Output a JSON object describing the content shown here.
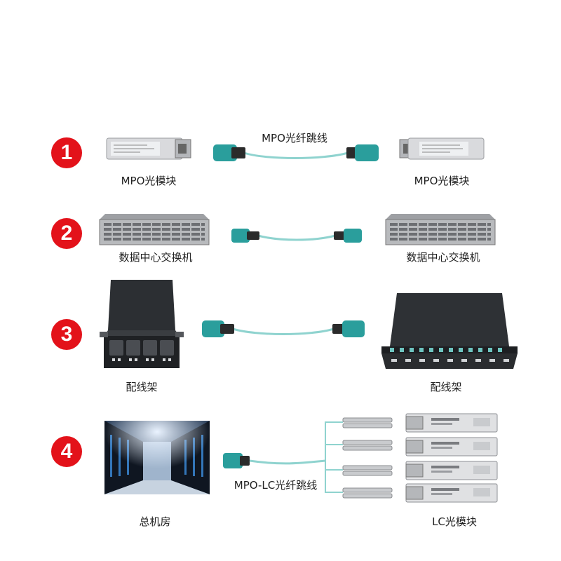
{
  "rows": [
    {
      "number": "1",
      "left_label": "MPO光模块",
      "cable_label": "MPO光纤跳线",
      "right_label": "MPO光模块"
    },
    {
      "number": "2",
      "left_label": "数据中心交换机",
      "right_label": "数据中心交换机"
    },
    {
      "number": "3",
      "left_label": "配线架",
      "right_label": "配线架"
    },
    {
      "number": "4",
      "left_label": "总机房",
      "cable_label": "MPO-LC光纤跳线",
      "right_label": "LC光模块"
    }
  ],
  "colors": {
    "badge": "#e3121a",
    "cable": "#8fd3cf",
    "connector": "#2a9e9c",
    "connector_dark": "#2b2b2b"
  },
  "icons": [
    "mpo-module-icon",
    "switch-icon",
    "patch-panel-icon",
    "server-room-image",
    "lc-module-icon"
  ]
}
